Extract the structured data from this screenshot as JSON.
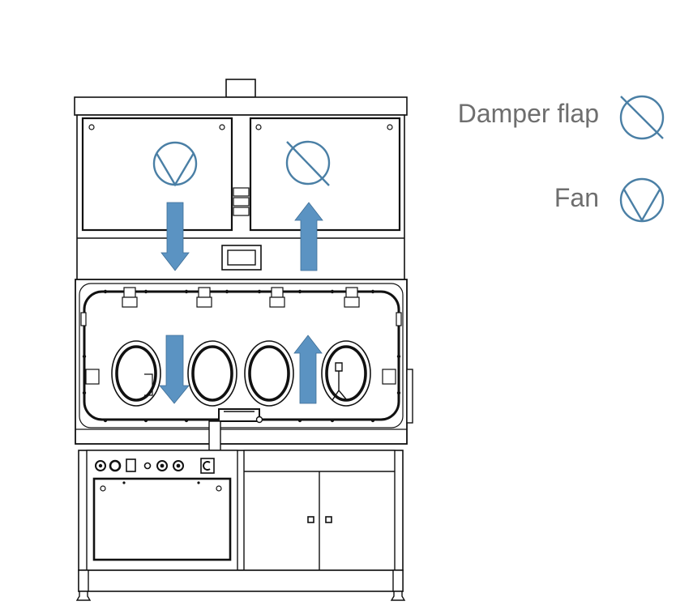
{
  "legend": {
    "damper_label": "Damper flap",
    "fan_label": "Fan"
  },
  "colors": {
    "line": "#111111",
    "symbol": "#4a7fa5",
    "arrow": "#5b93c2",
    "legend_text": "#6e6e6e",
    "background": "#ffffff"
  },
  "icons": [
    "damper-flap-icon",
    "fan-icon",
    "airflow-down-arrow",
    "airflow-up-arrow"
  ]
}
